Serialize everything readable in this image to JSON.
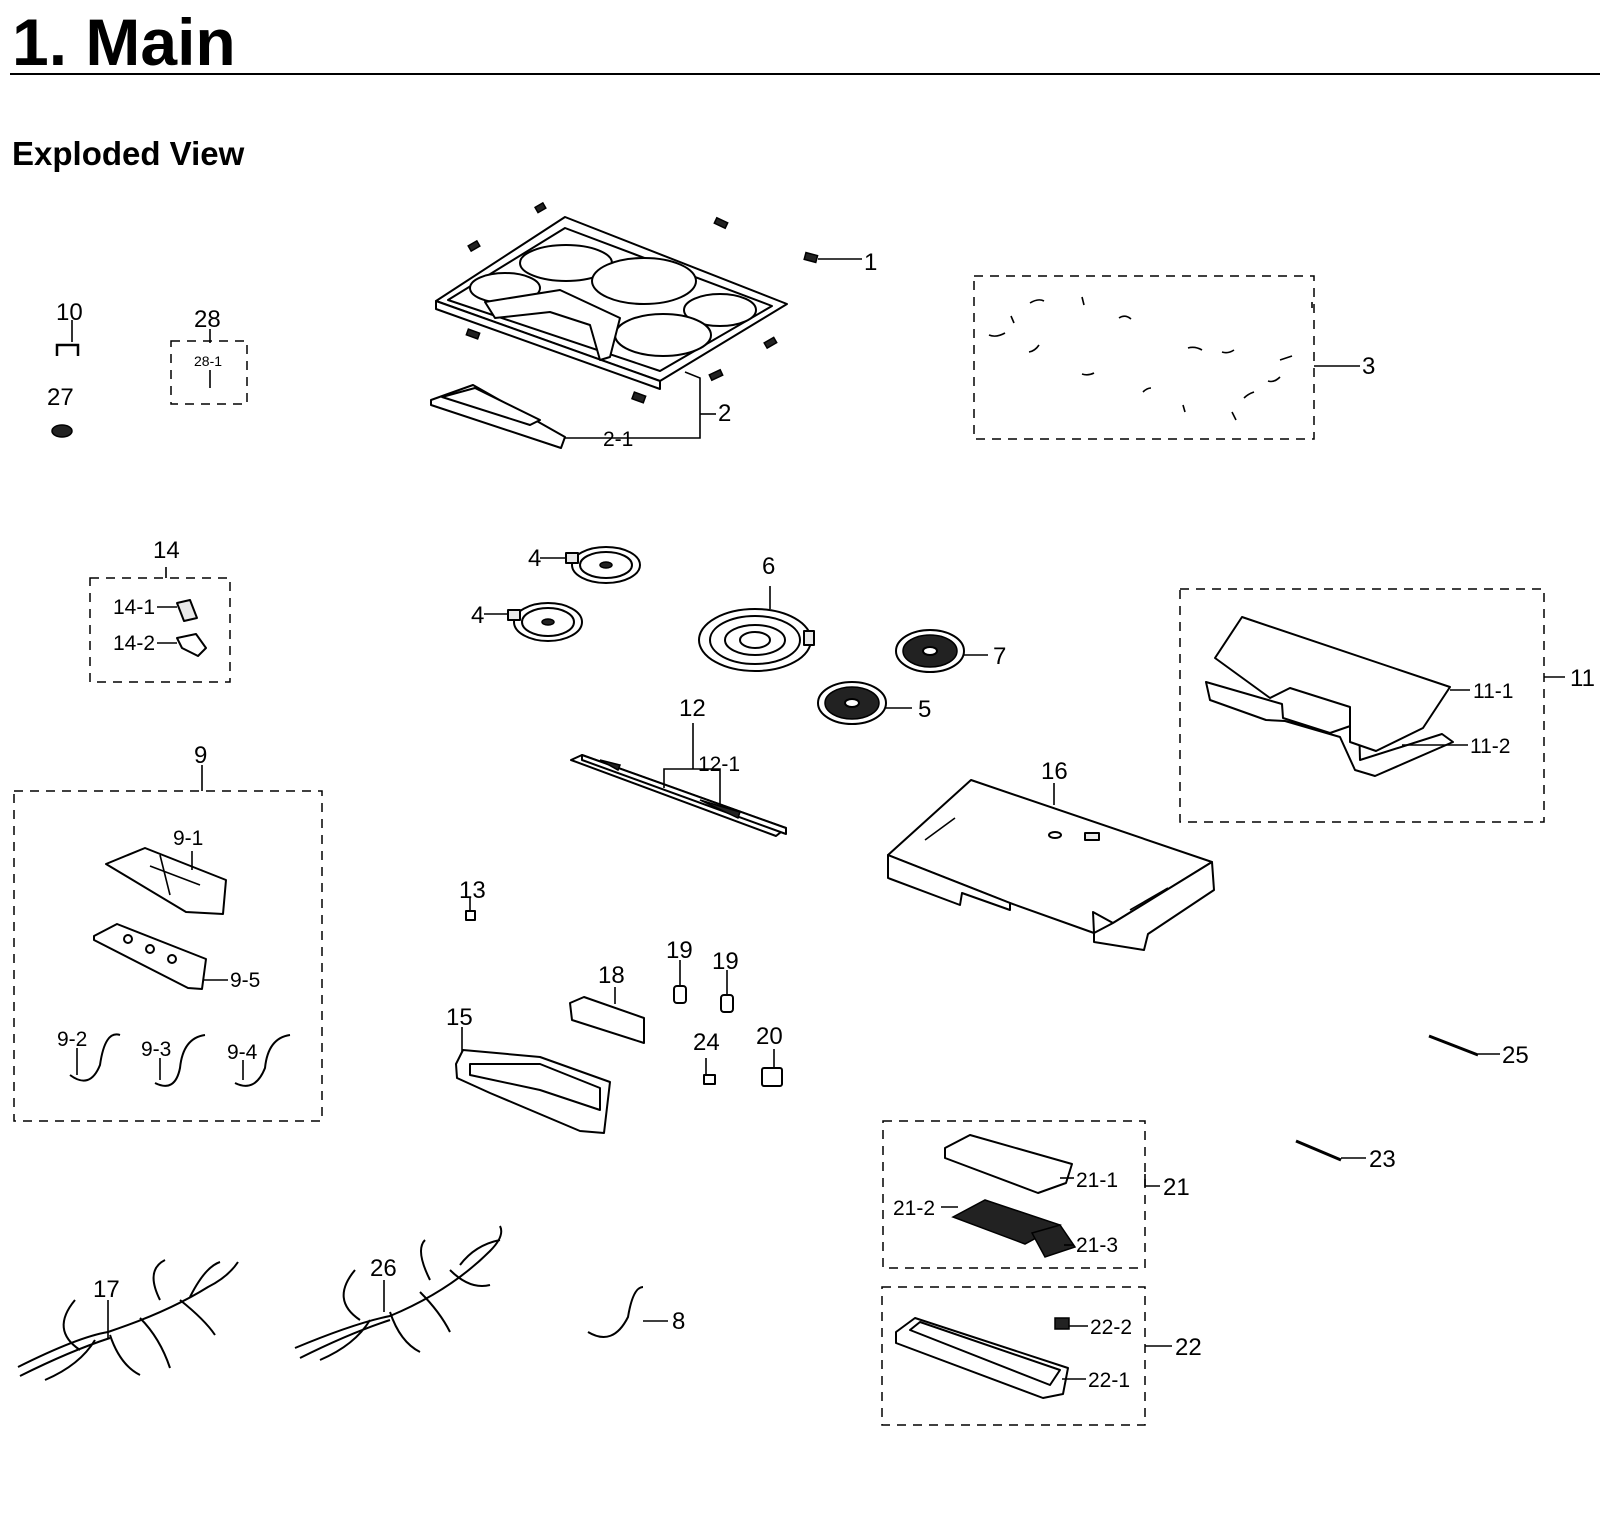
{
  "page": {
    "title": "1.  Main",
    "section_title": "Exploded View"
  },
  "callouts": {
    "p1": "1",
    "p2": "2",
    "p2_1": "2-1",
    "p3": "3",
    "p4a": "4",
    "p4b": "4",
    "p5": "5",
    "p6": "6",
    "p7": "7",
    "p8": "8",
    "p9": "9",
    "p9_1": "9-1",
    "p9_2": "9-2",
    "p9_3": "9-3",
    "p9_4": "9-4",
    "p9_5": "9-5",
    "p10": "10",
    "p11": "11",
    "p11_1": "11-1",
    "p11_2": "11-2",
    "p12": "12",
    "p12_1": "12-1",
    "p13": "13",
    "p14": "14",
    "p14_1": "14-1",
    "p14_2": "14-2",
    "p15": "15",
    "p16": "16",
    "p17": "17",
    "p18": "18",
    "p19a": "19",
    "p19b": "19",
    "p20": "20",
    "p21": "21",
    "p21_1": "21-1",
    "p21_2": "21-2",
    "p21_3": "21-3",
    "p22": "22",
    "p22_1": "22-1",
    "p22_2": "22-2",
    "p23": "23",
    "p24": "24",
    "p25": "25",
    "p26": "26",
    "p27": "27",
    "p28": "28",
    "p28_1": "28-1"
  }
}
